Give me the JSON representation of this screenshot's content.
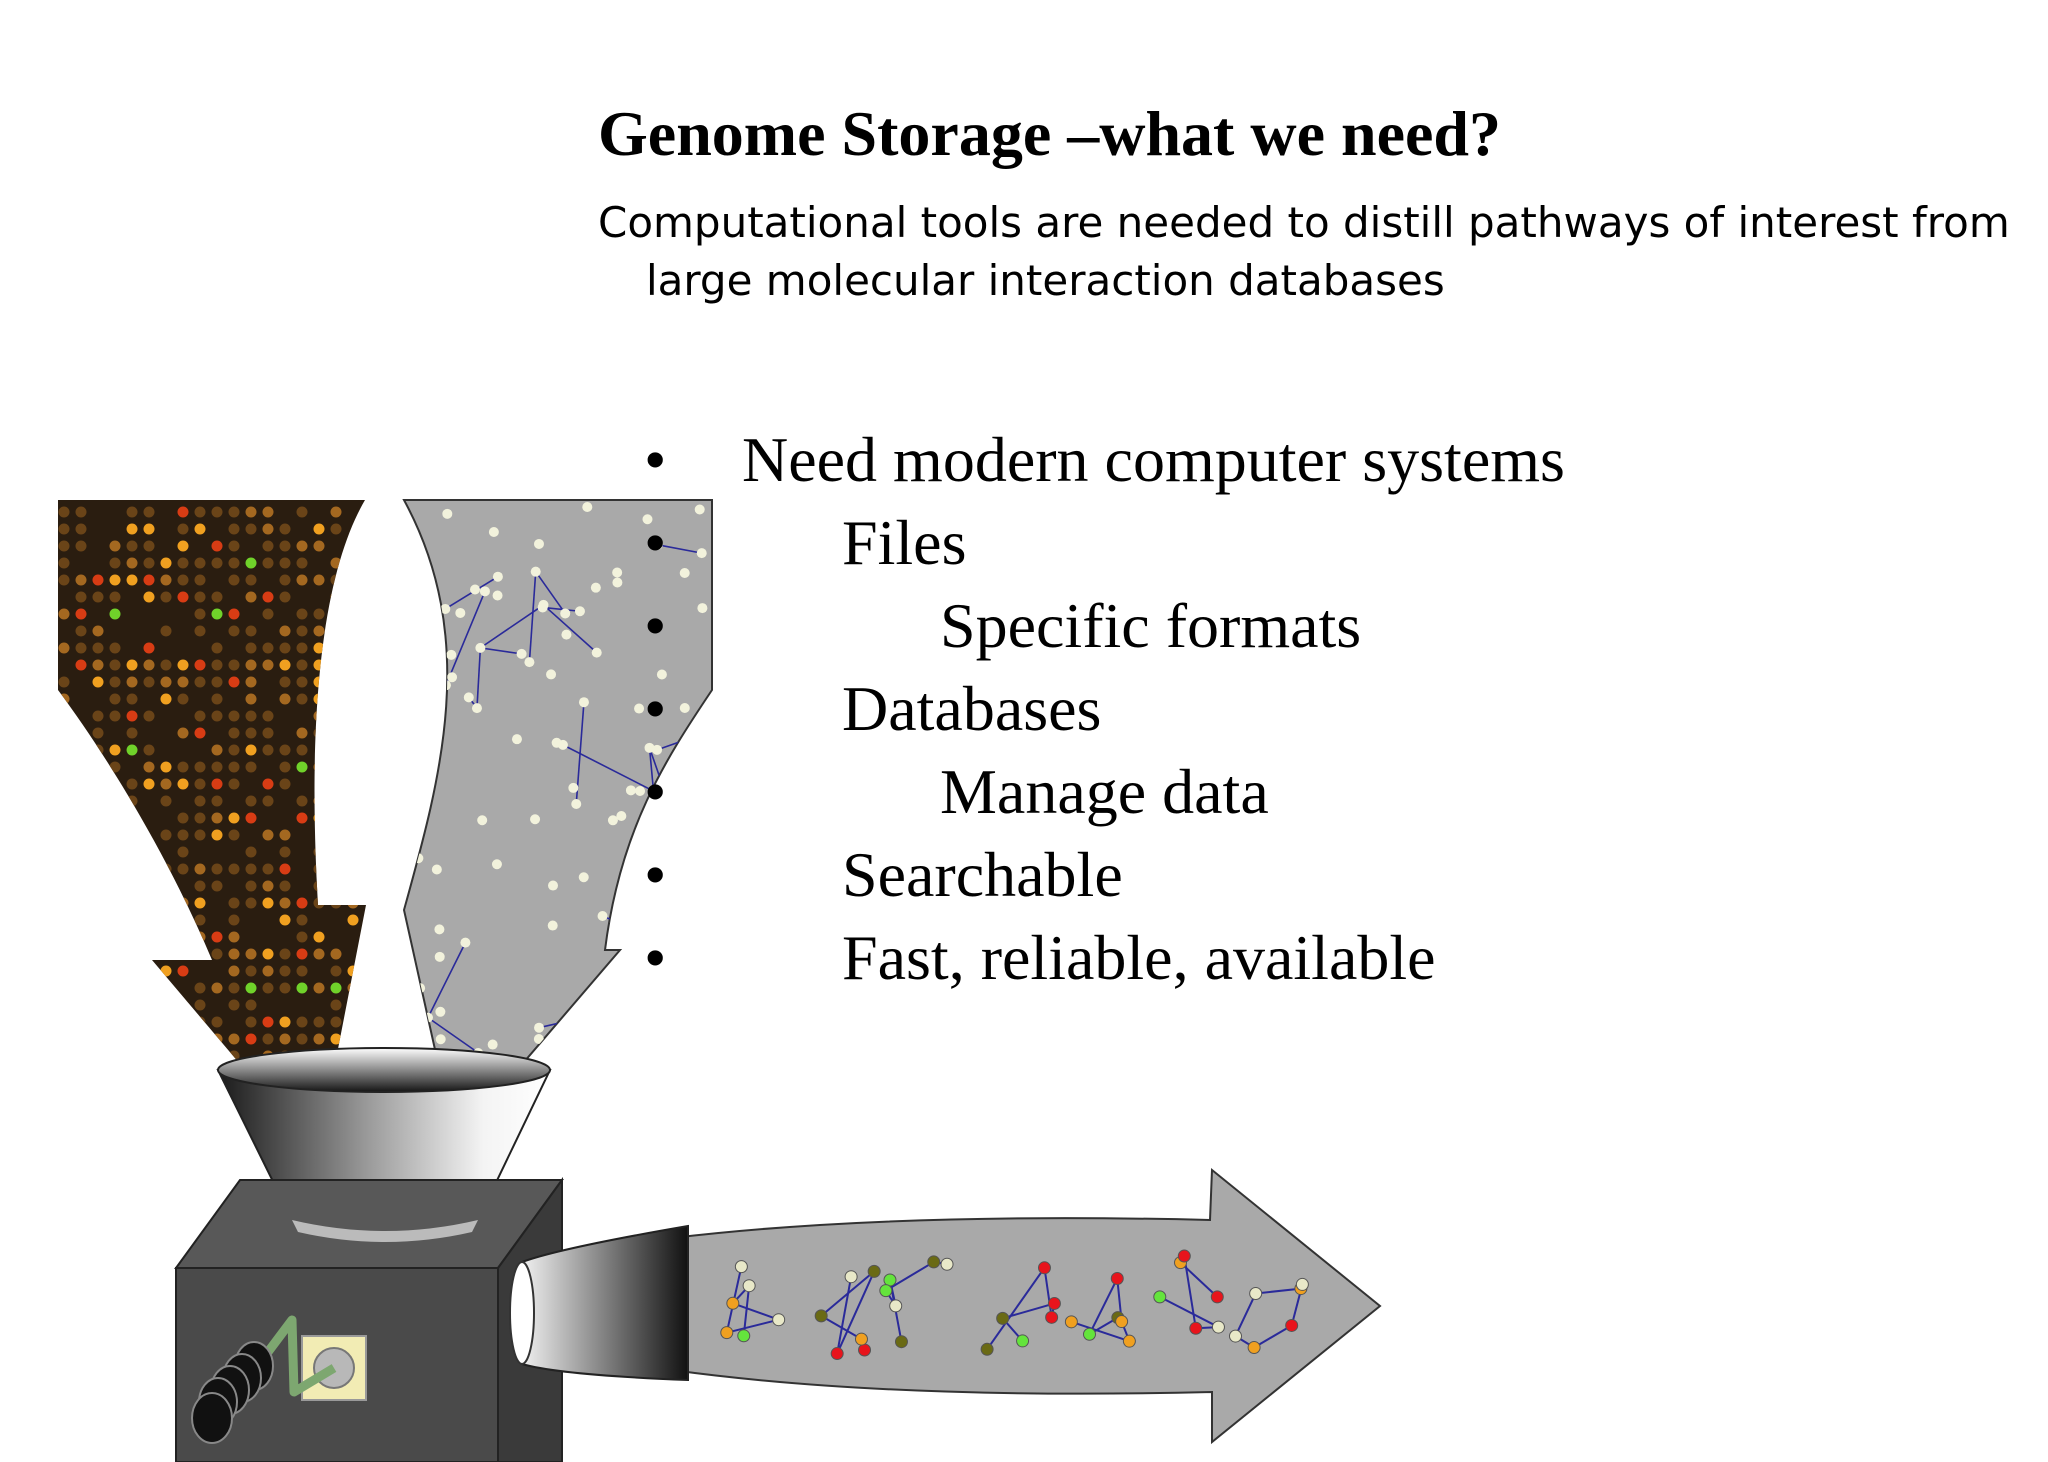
{
  "slide": {
    "title": "Genome Storage –what we need?",
    "subtitle": "Computational tools are needed to distill pathways of interest from large molecular interaction databases",
    "bullets": [
      {
        "level": 1,
        "text": "Need modern computer systems"
      },
      {
        "level": 2,
        "text": "Files"
      },
      {
        "level": 3,
        "text": "Specific formats"
      },
      {
        "level": 2,
        "text": "Databases"
      },
      {
        "level": 3,
        "text": "Manage data"
      },
      {
        "level": 2,
        "text": "Searchable"
      },
      {
        "level": 2,
        "text": "Fast, reliable, available"
      }
    ]
  },
  "colors": {
    "background": "#ffffff",
    "text": "#000000",
    "network_panel": "#a9a9a9",
    "microarray_bg": "#2a1d10",
    "machine_box": "#4a4a4a",
    "edge_blue": "#2a2a9a",
    "node_light": "#f2f2dc",
    "node_red": "#e8141c",
    "node_green": "#64e43c",
    "node_orange": "#f0a020"
  },
  "illustration": {
    "icons": [
      "microarray-arrow",
      "network-arrow",
      "funnel",
      "machine-box",
      "crank-handle",
      "output-pathway-arrow"
    ]
  }
}
